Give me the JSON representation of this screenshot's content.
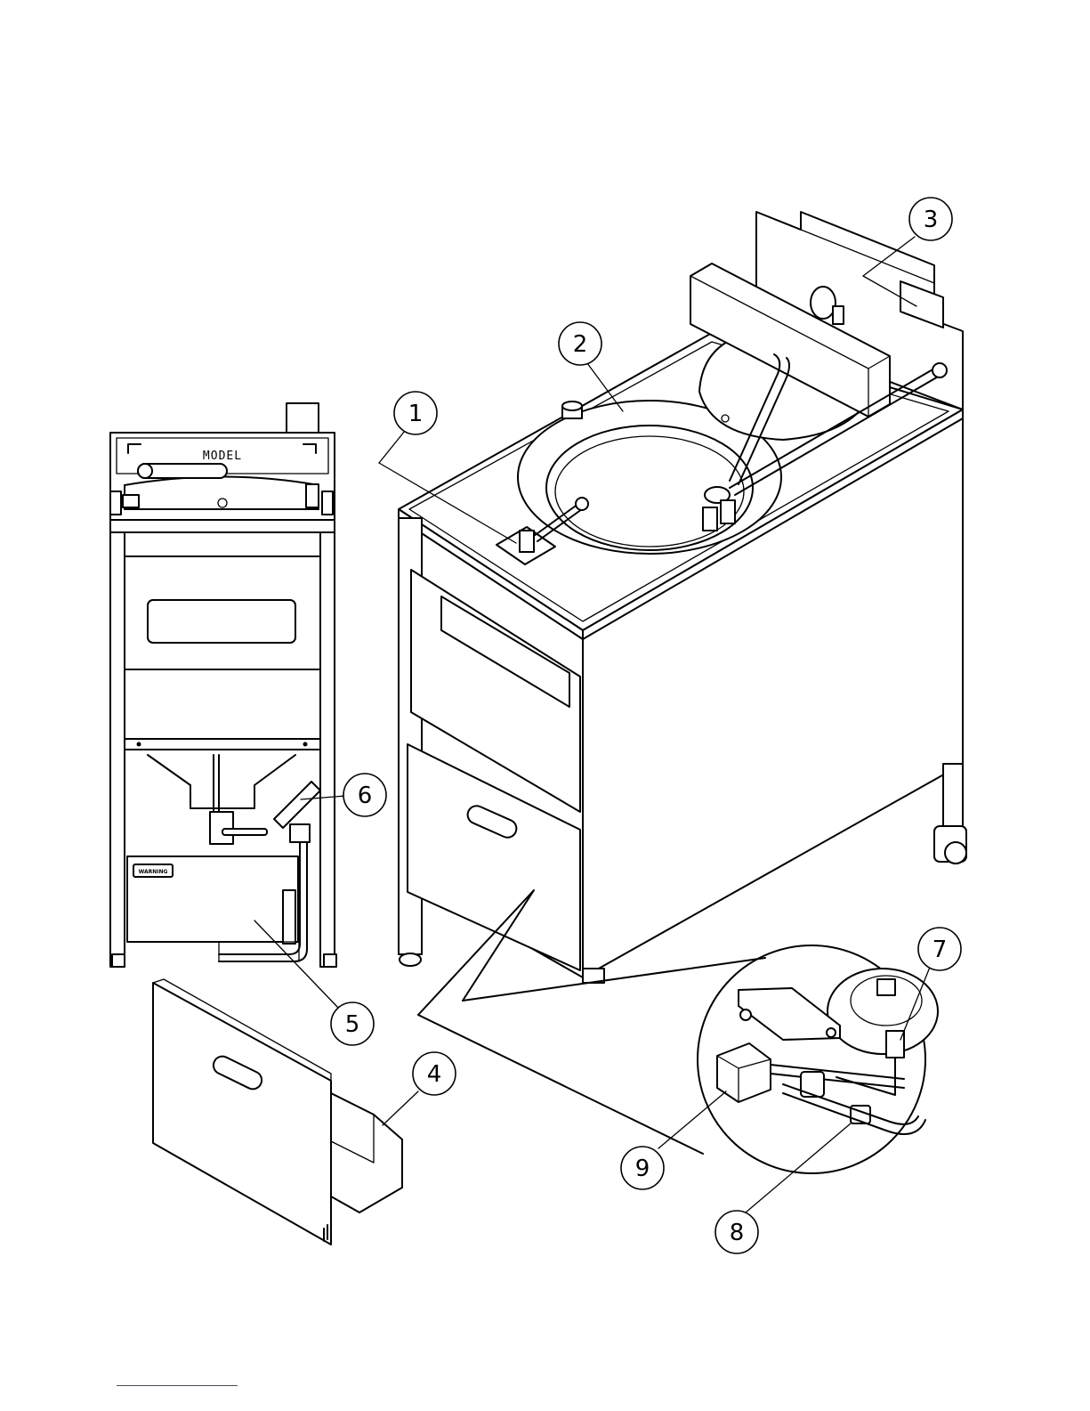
{
  "front_view": {
    "model_label": "MODEL",
    "warning_label": "WARNING"
  },
  "callouts": [
    {
      "number": "1"
    },
    {
      "number": "2"
    },
    {
      "number": "3"
    },
    {
      "number": "4"
    },
    {
      "number": "5"
    },
    {
      "number": "6"
    },
    {
      "number": "7"
    },
    {
      "number": "8"
    },
    {
      "number": "9"
    }
  ]
}
